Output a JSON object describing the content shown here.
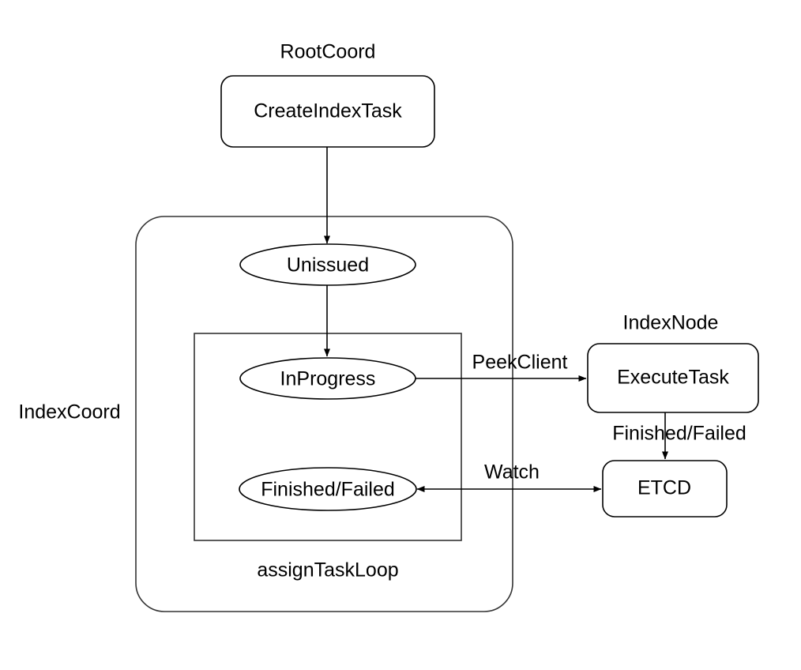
{
  "diagram": {
    "title_nodes": {
      "root_coord": "RootCoord",
      "index_node": "IndexNode",
      "index_coord": "IndexCoord",
      "assign_task_loop": "assignTaskLoop"
    },
    "nodes": [
      {
        "id": "create-index-task",
        "label": "CreateIndexTask",
        "shape": "rounded-rect"
      },
      {
        "id": "unissued",
        "label": "Unissued",
        "shape": "ellipse"
      },
      {
        "id": "in-progress",
        "label": "InProgress",
        "shape": "ellipse"
      },
      {
        "id": "finished-failed-state",
        "label": "Finished/Failed",
        "shape": "ellipse"
      },
      {
        "id": "execute-task",
        "label": "ExecuteTask",
        "shape": "rounded-rect"
      },
      {
        "id": "etcd",
        "label": "ETCD",
        "shape": "rounded-rect"
      }
    ],
    "groups": [
      {
        "id": "index-coord",
        "label": "IndexCoord",
        "shape": "rounded-rect"
      },
      {
        "id": "assign-task-loop",
        "label": "assignTaskLoop",
        "shape": "rect"
      }
    ],
    "edges": [
      {
        "id": "create-to-unissued",
        "label": "",
        "from": "create-index-task",
        "to": "unissued",
        "arrow": "single"
      },
      {
        "id": "unissued-to-inprogress",
        "label": "",
        "from": "unissued",
        "to": "in-progress",
        "arrow": "single"
      },
      {
        "id": "inprogress-to-executetask",
        "label": "PeekClient",
        "from": "in-progress",
        "to": "execute-task",
        "arrow": "single"
      },
      {
        "id": "executetask-to-etcd",
        "label": "Finished/Failed",
        "from": "execute-task",
        "to": "etcd",
        "arrow": "single"
      },
      {
        "id": "etcd-to-finished",
        "label": "Watch",
        "from": "etcd",
        "to": "finished-failed-state",
        "arrow": "double"
      }
    ],
    "colors": {
      "background": "#ffffff",
      "stroke": "#000000",
      "group_stroke": "#333333",
      "text": "#000000"
    }
  }
}
